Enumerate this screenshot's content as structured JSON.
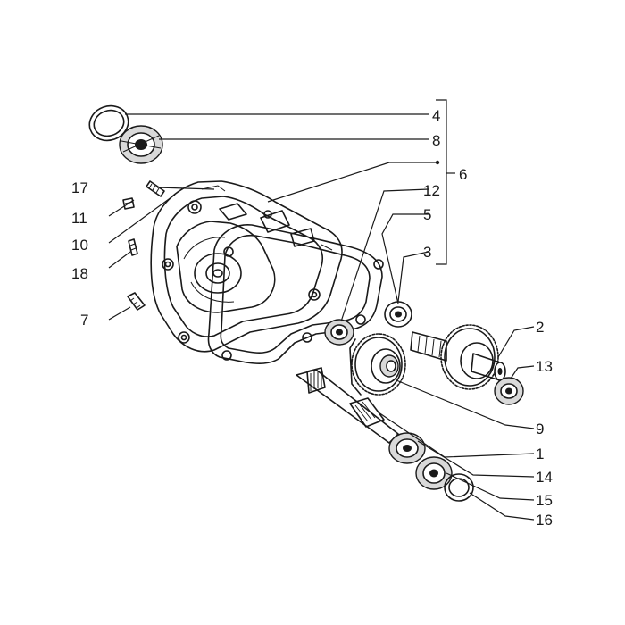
{
  "callouts": {
    "c1": "1",
    "c2": "2",
    "c3": "3",
    "c4": "4",
    "c5": "5",
    "c6": "6",
    "c7": "7",
    "c8": "8",
    "c9": "9",
    "c10": "10",
    "c11": "11",
    "c12": "12",
    "c13": "13",
    "c14": "14",
    "c15": "15",
    "c16": "16",
    "c17": "17",
    "c18": "18"
  },
  "colors": {
    "ink": "#1a1a1a",
    "background": "#ffffff"
  }
}
